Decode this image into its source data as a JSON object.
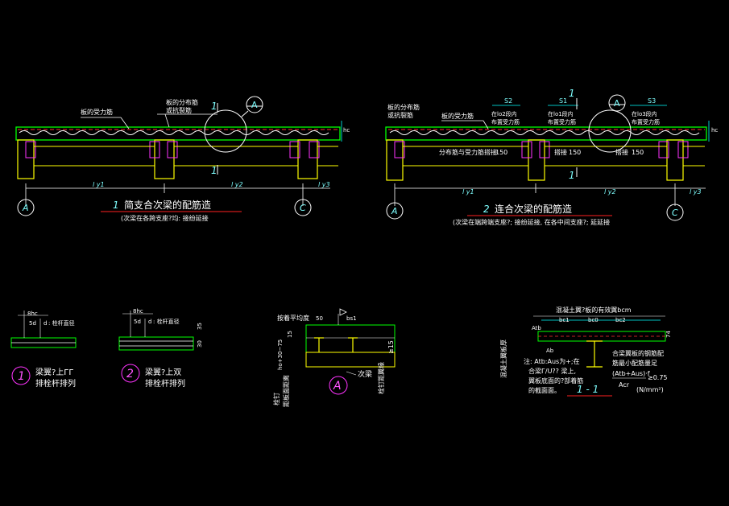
{
  "colors": {
    "background": "#000000",
    "slab": "#00ff00",
    "beam": "#ffff00",
    "rebar_white": "#ffffff",
    "rebar_red": "#ff3030",
    "dim_cyan": "#00ffff",
    "axis_white": "#ffffff",
    "stud_magenta": "#ff33ff",
    "callout_red": "#ff2020"
  },
  "diagram1": {
    "label_slab_rebar": "板的受力筋",
    "label_dist_rebar": "板的分布筋",
    "label_crack_rebar": "或抗裂筋",
    "section_mark": "1",
    "detail_mark": "A",
    "dim_ly1": "l y1",
    "dim_ly2": "l y2",
    "dim_ly3": "l y3",
    "axis_a": "A",
    "axis_c": "C",
    "title_no": "1",
    "title": "简支合次梁的配筋造",
    "subtitle": "(次梁在各跨支座?均: 接纷延接",
    "hc": "hc"
  },
  "diagram2": {
    "label_dist_rebar": "板的分布筋",
    "label_crack_rebar": "或抗裂筋",
    "label_slab_rebar": "板的受力筋",
    "s2": "S2",
    "s1": "S1",
    "s3": "S3",
    "zone1": "在lo2段内",
    "zone1b": "布置受力筋",
    "zone2": "在lo1段内",
    "zone2b": "布置受力筋",
    "zone3": "在lo3段内",
    "zone3b": "布置受力筋",
    "dist_label": "分布筋与受力筋搭接",
    "len_150a": "150",
    "lap1": "搭接",
    "len_150b": "150",
    "lap2": "搭接",
    "len_150c": "150",
    "section_mark": "1",
    "detail_mark": "A",
    "dim_ly1": "l y1",
    "dim_ly2": "l y2",
    "dim_ly3": "l y3",
    "axis_a": "A",
    "axis_c": "C",
    "title_no": "2",
    "title": "连合次梁的配筋造",
    "subtitle": "(次梁在端跨端支座?; 接纷延接, 在各中间支座?; 延延接",
    "hc": "hc"
  },
  "detail1": {
    "dim_8": "8hc",
    "dim_5": "5d",
    "dim_d": "d",
    "note": ": 栓杆直径",
    "circle_no": "1",
    "caption1": "梁翼?上ГГ",
    "caption2": "排栓杆排列"
  },
  "detail2": {
    "dim_8": "8hc",
    "dim_5": "5d",
    "dim_d": "d",
    "note": ": 栓杆直径",
    "dim_35": "35",
    "dim_30": "30",
    "circle_no": "2",
    "caption1": "梁翼?上双",
    "caption2": "排栓杆排列"
  },
  "detail3": {
    "label_top": "按着平均度",
    "dim_50": "50",
    "label_beff": "bs1",
    "dim_h": "ho+30~75",
    "dim_15": "15",
    "side1": "栓钉",
    "side2": "距板面距离",
    "right1": "栓钉距翼缘",
    "right2": "≥15",
    "label_beam": "次梁",
    "circle_letter": "A"
  },
  "detail4": {
    "title": "混凝土翼?板的有效翼bcm",
    "bc1": "bc1",
    "bc0": "bc0",
    "bc2": "bc2",
    "ab": "Atb",
    "left_v": "混凝土翼板厚",
    "dim_74": "74",
    "note1": "注: Atb:Aus为+;在",
    "note2": "合梁Г/U?? 梁上,",
    "note3": "翼板底面的?部着筋",
    "note4": "的截面面。",
    "right1": "合梁翼板的钢筋配",
    "right2": "筋最小配筋量足",
    "formula": "(Atb+Aus)·f",
    "ge": "≥0.75",
    "denom": "Acr",
    "unit": "(N/mm²)",
    "section_label": "1 - 1",
    "ab_bottom": "Ab"
  }
}
